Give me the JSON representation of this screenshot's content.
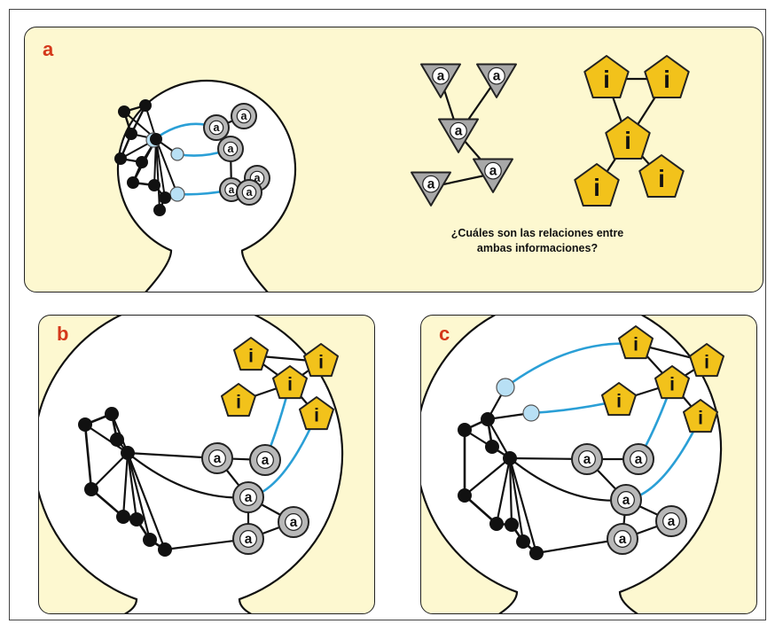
{
  "panels": [
    {
      "letter": "a"
    },
    {
      "letter": "b"
    },
    {
      "letter": "c"
    }
  ],
  "question": "¿Cuáles son las relaciones entre ambas informaciones?",
  "node_labels": {
    "a": "a",
    "i": "i"
  },
  "colors": {
    "panel_bg": "#fdf8d0",
    "letter": "#d4381a",
    "black_node": "#111111",
    "gray_node": "#b8b8b8",
    "triangle_node": "#a8a8a8",
    "pentagon_node": "#f2c21b",
    "blue_link": "#2a9fd6",
    "blue_node": "#b8e0f5"
  }
}
